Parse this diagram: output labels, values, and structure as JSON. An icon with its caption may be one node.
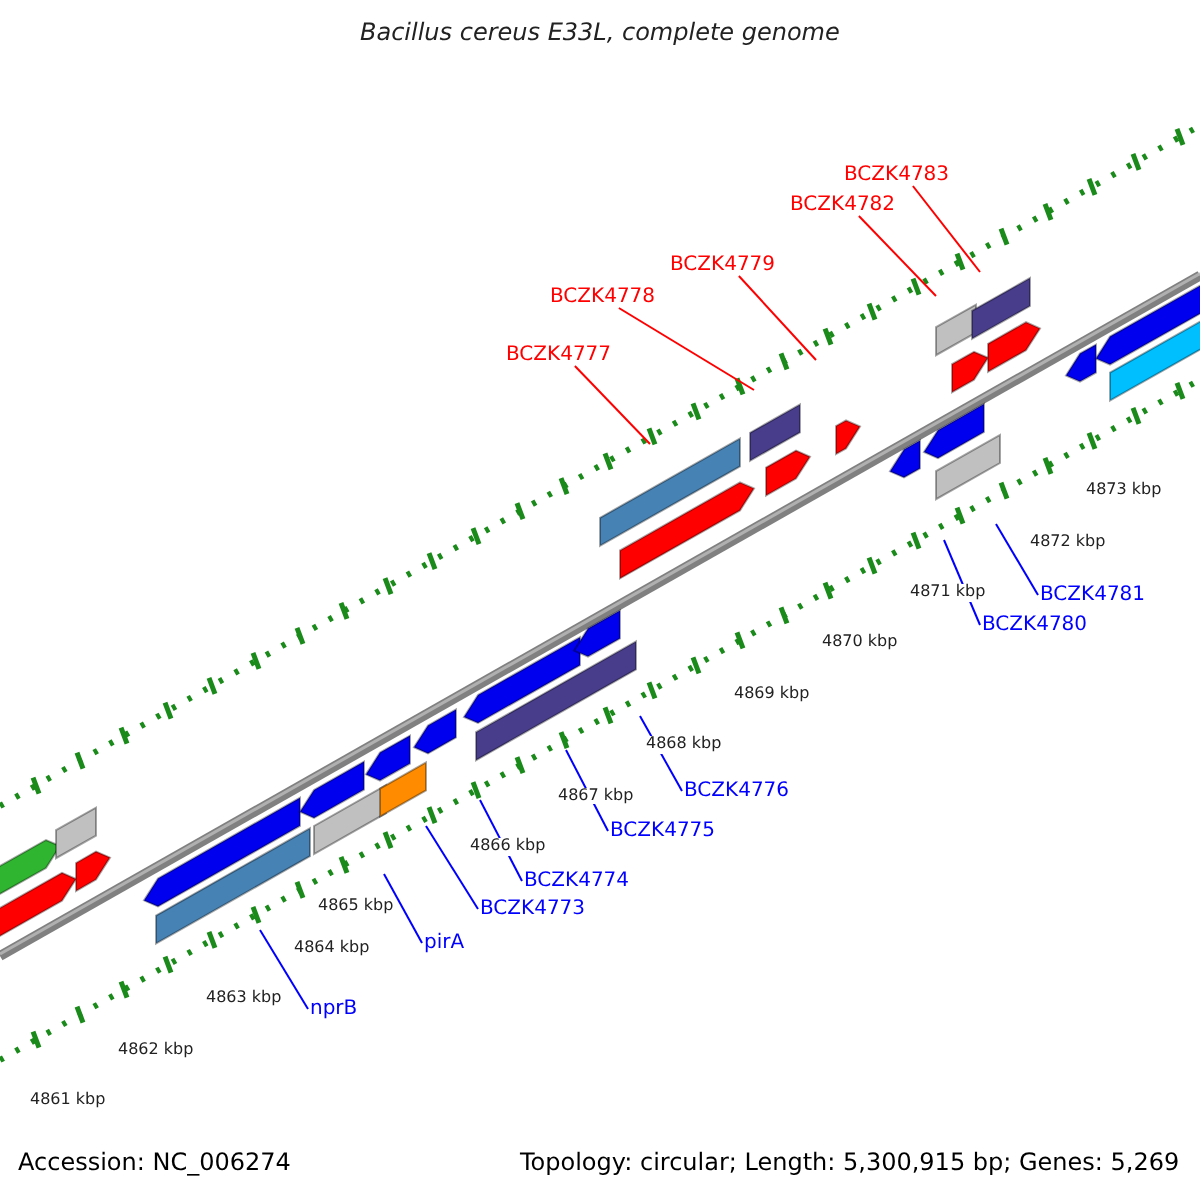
{
  "diagram": {
    "title": "Bacillus cereus E33L, complete genome",
    "nodes": [
      {
        "text": [
          "BCZK4783"
        ]
      },
      {
        "text": [
          "BCZK4782"
        ]
      },
      {
        "text": [
          "BCZK4779"
        ]
      },
      {
        "text": [
          "BCZK4778"
        ]
      },
      {
        "text": [
          "BCZK4777"
        ]
      },
      {
        "text": [
          "BCZK4781"
        ]
      },
      {
        "text": [
          "BCZK4780"
        ]
      },
      {
        "text": [
          "BCZK4776"
        ]
      },
      {
        "text": [
          "BCZK4775"
        ]
      },
      {
        "text": [
          "BCZK4774"
        ]
      },
      {
        "text": [
          "BCZK4773"
        ]
      },
      {
        "text": [
          "pirA"
        ]
      },
      {
        "text": [
          "nprB"
        ]
      }
    ],
    "edges": [
      {
        "from": 0,
        "to": null,
        "arrow": "none",
        "color": "#ff0000"
      },
      {
        "from": 1,
        "to": null,
        "arrow": "none",
        "color": "#ff0000"
      },
      {
        "from": 2,
        "to": null,
        "arrow": "none",
        "color": "#ff0000"
      },
      {
        "from": 3,
        "to": null,
        "arrow": "none",
        "color": "#ff0000"
      },
      {
        "from": 4,
        "to": null,
        "arrow": "none",
        "color": "#ff0000"
      },
      {
        "from": 5,
        "to": null,
        "arrow": "none"
      },
      {
        "from": 6,
        "to": null,
        "arrow": "none"
      },
      {
        "from": 7,
        "to": null,
        "arrow": "none"
      },
      {
        "from": 8,
        "to": null,
        "arrow": "none"
      },
      {
        "from": 9,
        "to": null,
        "arrow": "none"
      },
      {
        "from": 10,
        "to": null,
        "arrow": "none"
      },
      {
        "from": 11,
        "to": null,
        "arrow": "none"
      },
      {
        "from": 12,
        "to": null,
        "arrow": "none"
      }
    ],
    "labels": [
      "4873 kbp",
      "4872 kbp",
      "4871 kbp",
      "4870 kbp",
      "4869 kbp",
      "4868 kbp",
      "4867 kbp",
      "4866 kbp",
      "4865 kbp",
      "4864 kbp",
      "4863 kbp",
      "4862 kbp",
      "4861 kbp",
      "Accession: NC_006274",
      "Topology: circular; Length: 5,300,915 bp; Genes: 5,269"
    ]
  }
}
